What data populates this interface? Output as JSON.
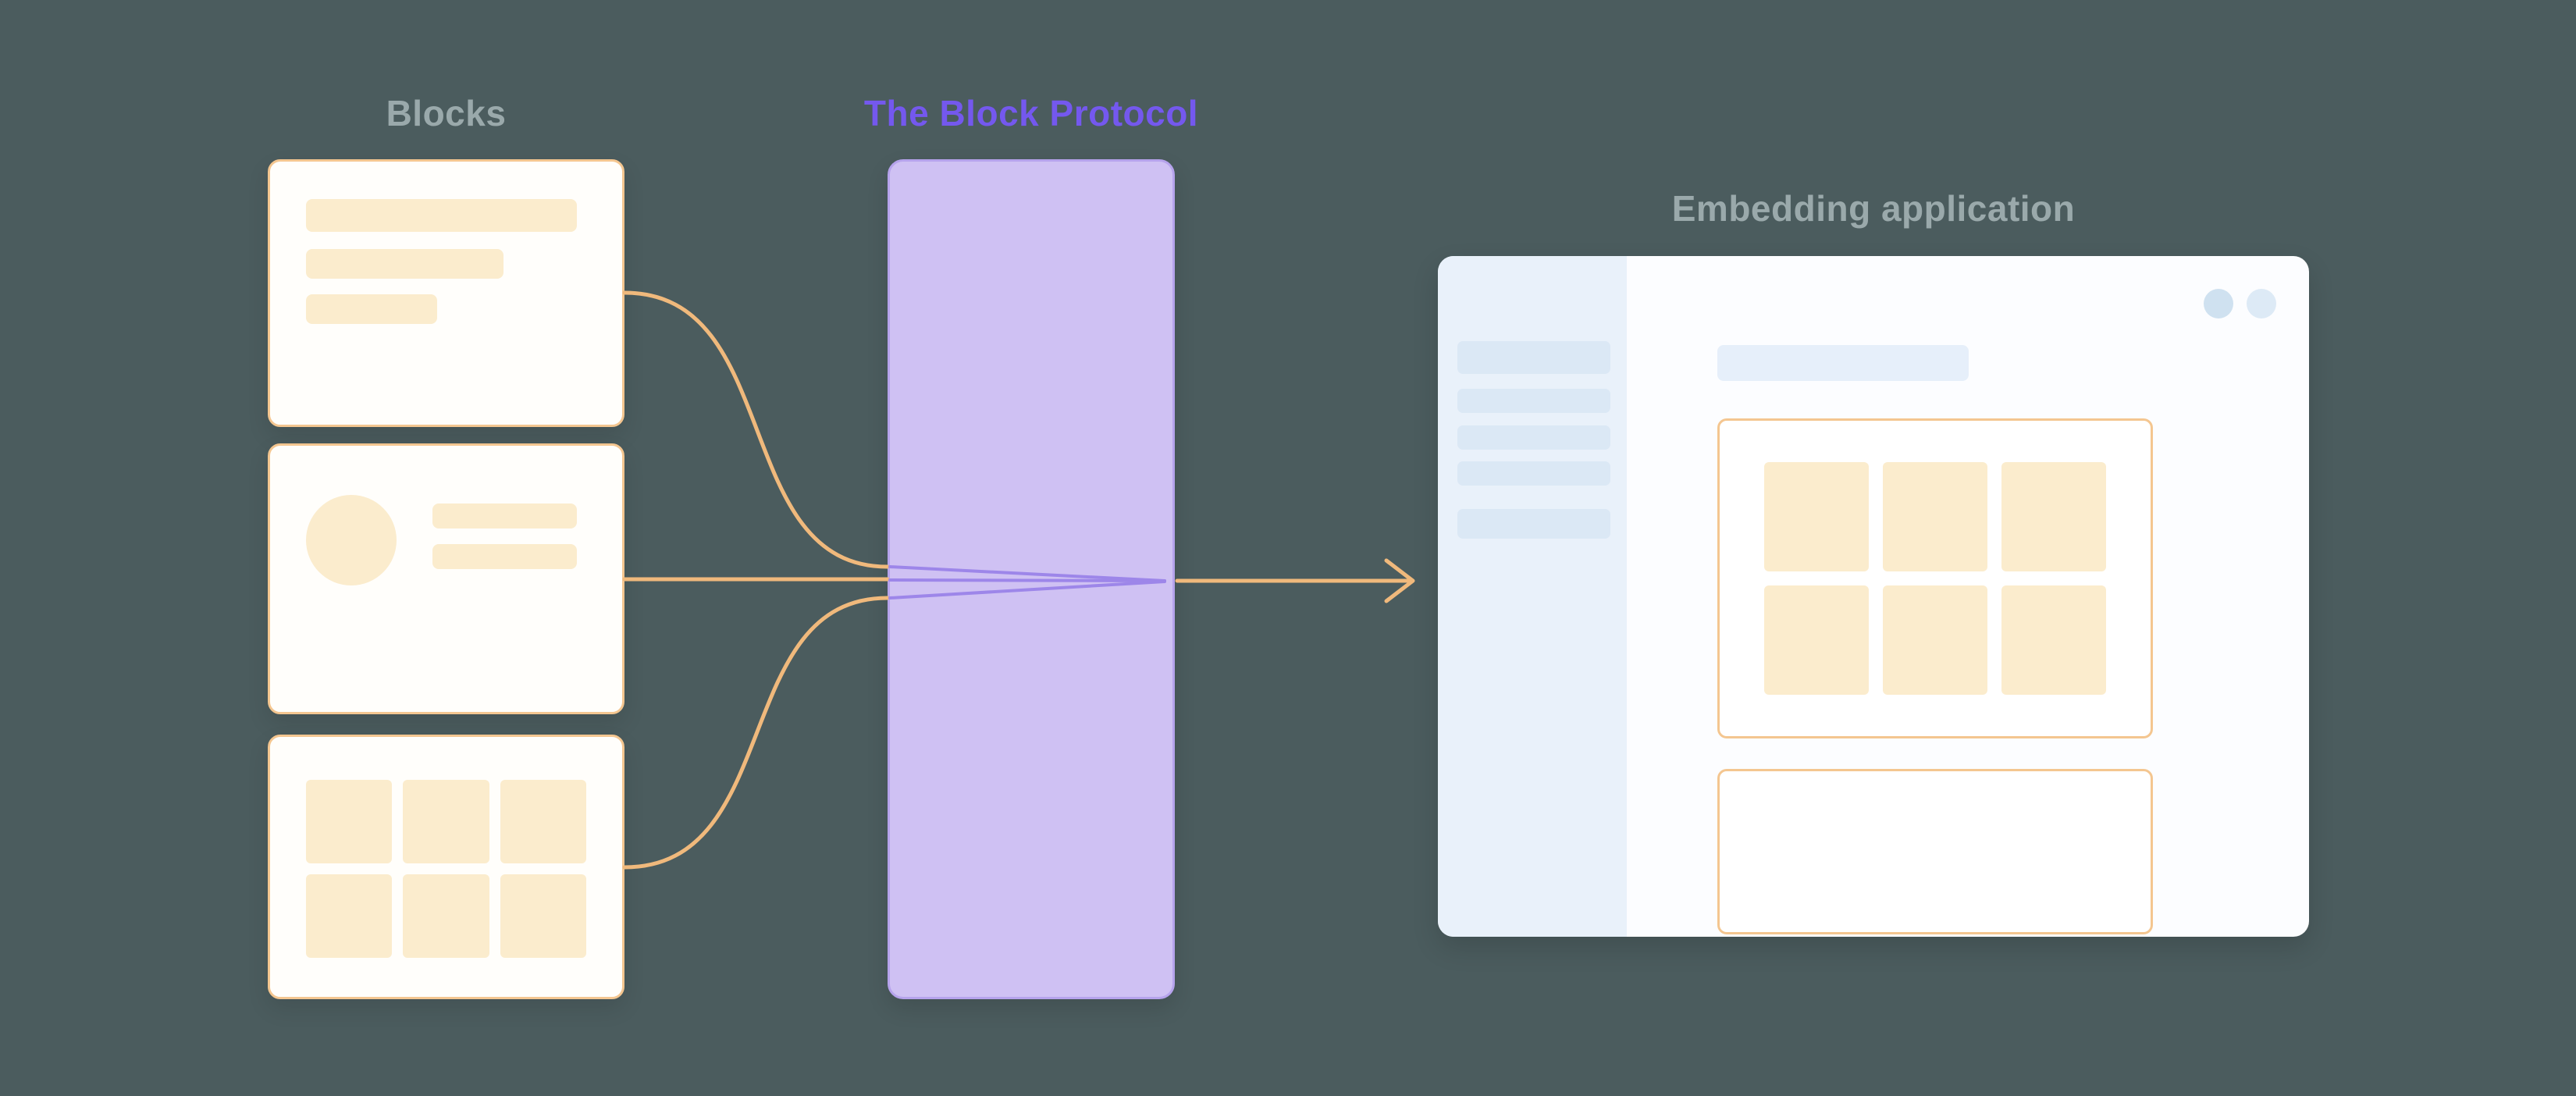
{
  "diagram": {
    "blocks": {
      "label": "Blocks",
      "cards": [
        {
          "name": "text-block"
        },
        {
          "name": "media-block"
        },
        {
          "name": "table-block"
        }
      ]
    },
    "protocol": {
      "label": "The Block Protocol"
    },
    "application": {
      "label": "Embedding application"
    }
  },
  "colors": {
    "background": "#4b5c5e",
    "label_muted": "#9aa9ab",
    "protocol_label": "#7458ee",
    "card_bg": "#fffefb",
    "card_border": "#f4c690",
    "skeleton_fill": "#fbeccd",
    "protocol_fill": "#cfc1f3",
    "protocol_border": "#b6a3ec",
    "protocol_lines": "#9d86e9",
    "connector": "#f0b97c",
    "window_bg": "#fcfdff",
    "sidebar_bg": "#e9f1fa",
    "sidebar_bar": "#dbe8f5",
    "topbar_fill": "#e6effa",
    "window_dot_a": "#cfe1f0",
    "window_dot_b": "#ddeaf6",
    "app_block_border": "#f4c690",
    "app_block_bg": "#ffffff"
  }
}
